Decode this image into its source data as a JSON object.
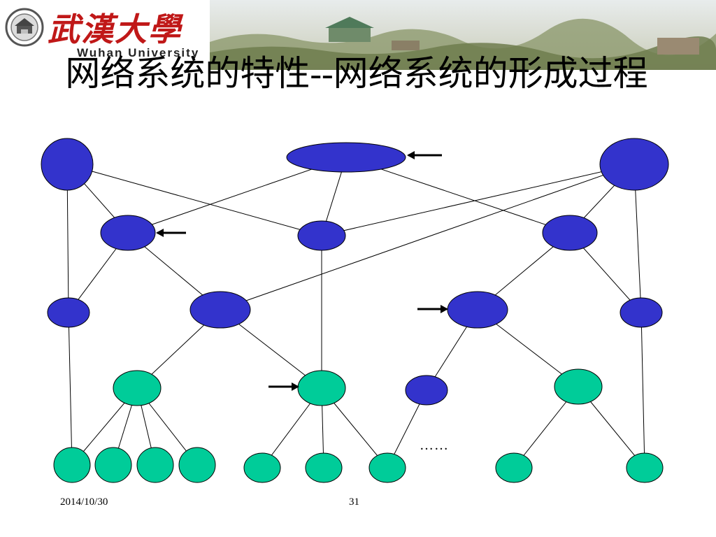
{
  "header": {
    "university_cn": "武漢大學",
    "university_en": "Wuhan University"
  },
  "slide": {
    "title": "网络系统的特性--网络系统的形成过程",
    "ellipsis": "……"
  },
  "footer": {
    "date": "2014/10/30",
    "page": "31"
  },
  "colors": {
    "node_blue": "#3333cc",
    "node_green": "#00cc99",
    "edge": "#000000",
    "logo_red": "#c01818"
  },
  "nodes": [
    {
      "id": "a1",
      "color": "blue"
    },
    {
      "id": "a2",
      "color": "blue"
    },
    {
      "id": "a3",
      "color": "blue"
    },
    {
      "id": "b1",
      "color": "blue"
    },
    {
      "id": "b2",
      "color": "blue"
    },
    {
      "id": "b3",
      "color": "blue"
    },
    {
      "id": "c1",
      "color": "blue"
    },
    {
      "id": "c2",
      "color": "blue"
    },
    {
      "id": "c3",
      "color": "blue"
    },
    {
      "id": "c4",
      "color": "blue"
    },
    {
      "id": "d1",
      "color": "green"
    },
    {
      "id": "d2",
      "color": "green"
    },
    {
      "id": "d3",
      "color": "blue"
    },
    {
      "id": "d4",
      "color": "green"
    },
    {
      "id": "e1",
      "color": "green"
    },
    {
      "id": "e2",
      "color": "green"
    },
    {
      "id": "e3",
      "color": "green"
    },
    {
      "id": "e4",
      "color": "green"
    },
    {
      "id": "e5",
      "color": "green"
    },
    {
      "id": "e6",
      "color": "green"
    },
    {
      "id": "e7",
      "color": "green"
    },
    {
      "id": "e8",
      "color": "green"
    },
    {
      "id": "e9",
      "color": "green"
    }
  ],
  "edges": [
    [
      "a1",
      "b1"
    ],
    [
      "a1",
      "b2"
    ],
    [
      "a1",
      "c1"
    ],
    [
      "a2",
      "b1"
    ],
    [
      "a2",
      "b2"
    ],
    [
      "a2",
      "b3"
    ],
    [
      "a3",
      "b2"
    ],
    [
      "a3",
      "b3"
    ],
    [
      "a3",
      "c2"
    ],
    [
      "a3",
      "c4"
    ],
    [
      "b1",
      "c1"
    ],
    [
      "b1",
      "c2"
    ],
    [
      "b2",
      "d2"
    ],
    [
      "b3",
      "c3"
    ],
    [
      "b3",
      "c4"
    ],
    [
      "c1",
      "e1"
    ],
    [
      "c2",
      "d1"
    ],
    [
      "c2",
      "d2"
    ],
    [
      "c3",
      "d3"
    ],
    [
      "c3",
      "d4"
    ],
    [
      "c4",
      "e9"
    ],
    [
      "d1",
      "e1"
    ],
    [
      "d1",
      "e2"
    ],
    [
      "d1",
      "e3"
    ],
    [
      "d1",
      "e4"
    ],
    [
      "d2",
      "e5"
    ],
    [
      "d2",
      "e6"
    ],
    [
      "d2",
      "e7"
    ],
    [
      "d3",
      "e7"
    ],
    [
      "d4",
      "e8"
    ],
    [
      "d4",
      "e9"
    ]
  ],
  "arrows": [
    "a2",
    "b1",
    "c3",
    "d2"
  ]
}
